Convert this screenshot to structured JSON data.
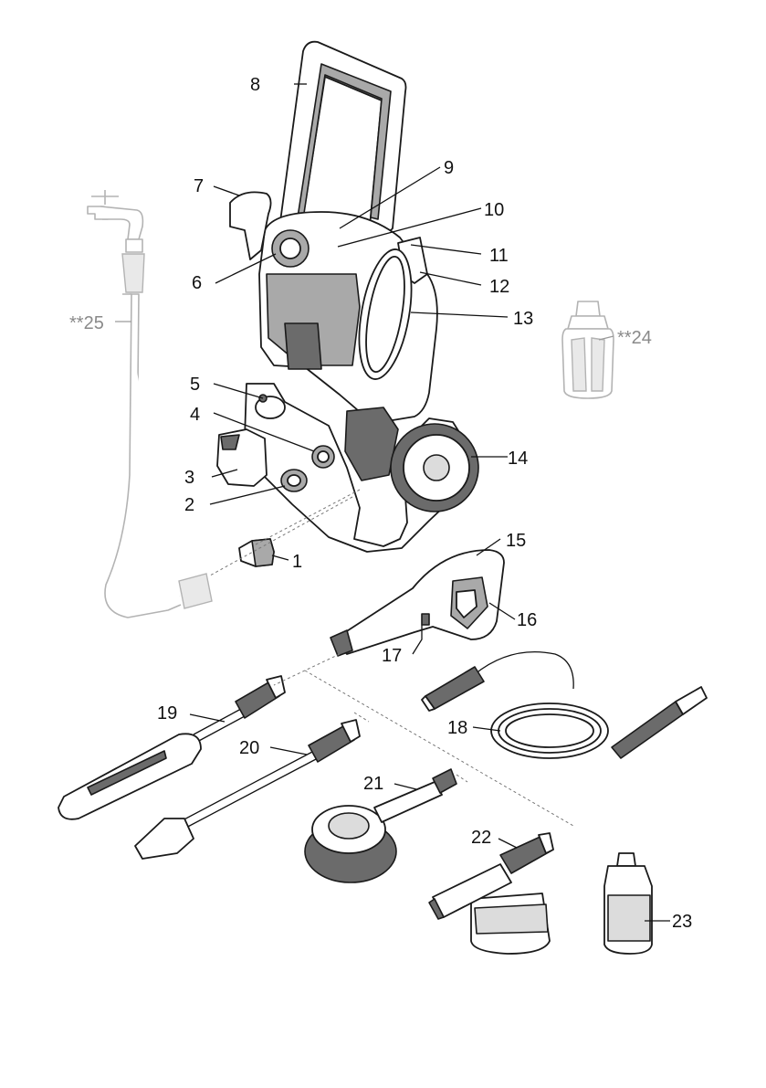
{
  "parts": [
    {
      "number": "1",
      "optional": false
    },
    {
      "number": "2",
      "optional": false
    },
    {
      "number": "3",
      "optional": false
    },
    {
      "number": "4",
      "optional": false
    },
    {
      "number": "5",
      "optional": false
    },
    {
      "number": "6",
      "optional": false
    },
    {
      "number": "7",
      "optional": false
    },
    {
      "number": "8",
      "optional": false
    },
    {
      "number": "9",
      "optional": false
    },
    {
      "number": "10",
      "optional": false
    },
    {
      "number": "11",
      "optional": false
    },
    {
      "number": "12",
      "optional": false
    },
    {
      "number": "13",
      "optional": false
    },
    {
      "number": "14",
      "optional": false
    },
    {
      "number": "15",
      "optional": false
    },
    {
      "number": "16",
      "optional": false
    },
    {
      "number": "17",
      "optional": false
    },
    {
      "number": "18",
      "optional": false
    },
    {
      "number": "19",
      "optional": false
    },
    {
      "number": "20",
      "optional": false
    },
    {
      "number": "21",
      "optional": false
    },
    {
      "number": "22",
      "optional": false
    },
    {
      "number": "23",
      "optional": false
    },
    {
      "number": "**24",
      "optional": true
    },
    {
      "number": "**25",
      "optional": true
    }
  ],
  "colors": {
    "line": "#111111",
    "optional_label": "#8a8a8a",
    "shading_dark": "#6b6b6b",
    "shading_mid": "#a9a9a9",
    "shading_light": "#dcdcdc"
  }
}
